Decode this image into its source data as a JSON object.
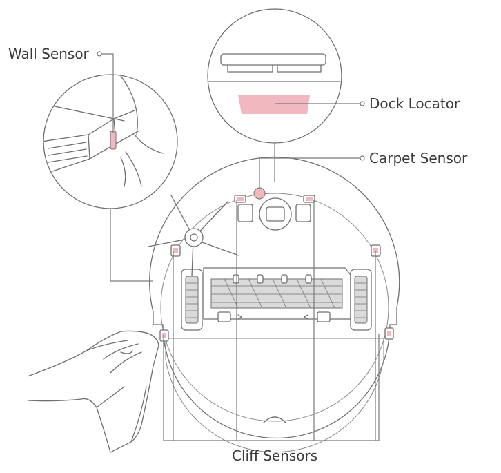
{
  "labels": {
    "wall_sensor": "Wall Sensor",
    "dock_locator": "Dock Locator",
    "carpet_sensor": "Carpet Sensor",
    "cliff_sensors": "Cliff Sensors"
  },
  "colors": {
    "sensor_highlight": "#f2b8c0",
    "line": "#6f6f6f",
    "text": "#3a3a3a"
  }
}
